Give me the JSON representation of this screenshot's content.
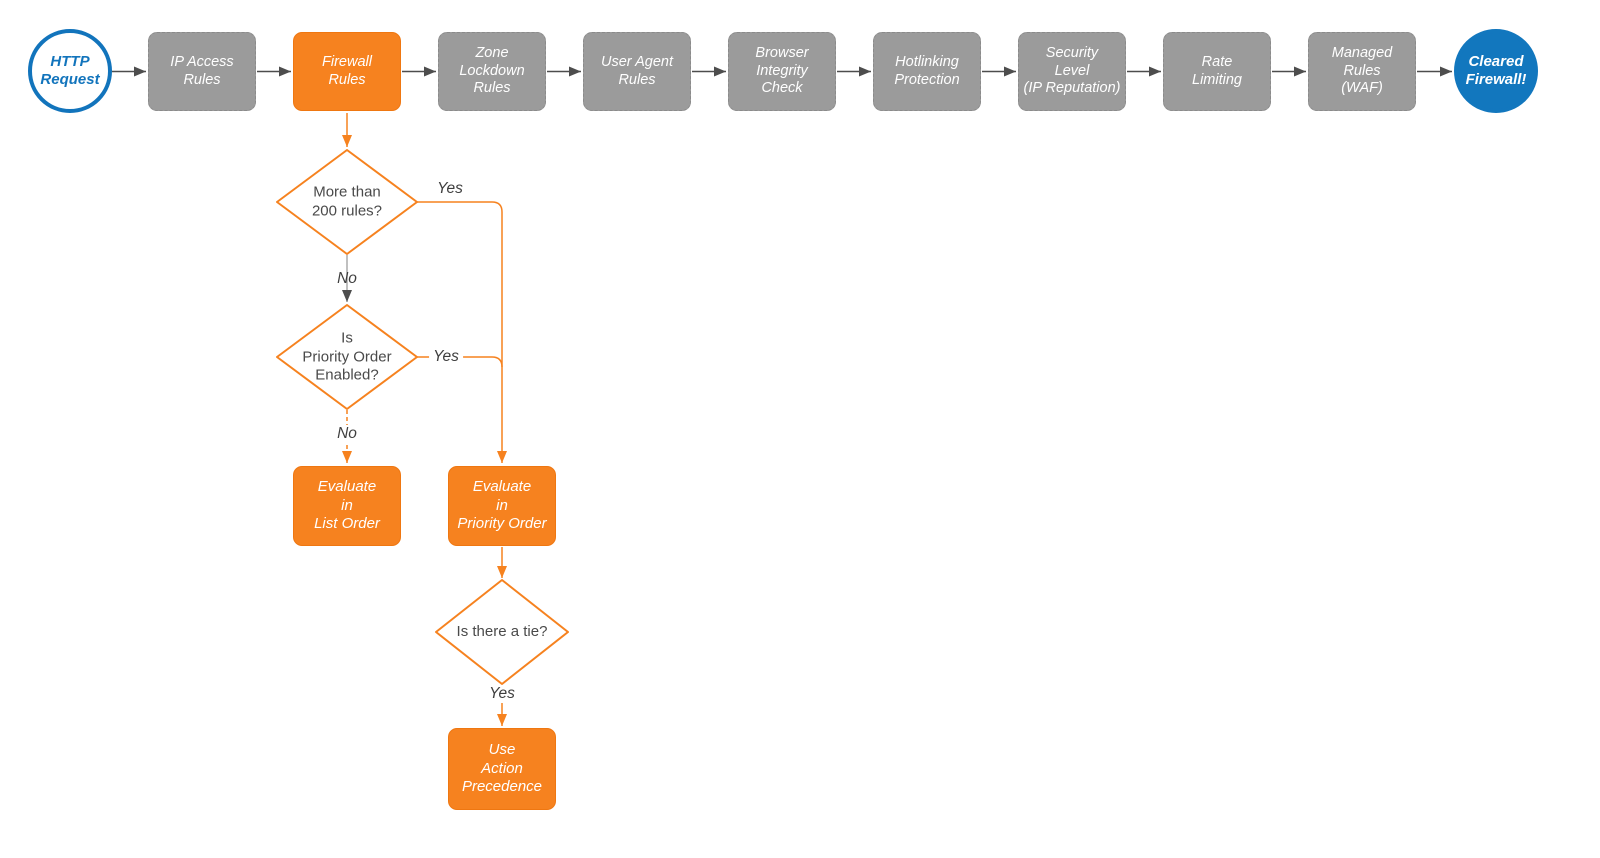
{
  "colors": {
    "orange": "#F6821F",
    "gray_box": "#9B9B9B",
    "blue": "#1274BC",
    "arrow_gray": "#4D4D4D",
    "diamond_text": "#4A4A4A"
  },
  "start": {
    "label": "HTTP\nRequest"
  },
  "end": {
    "label": "Cleared\nFirewall!"
  },
  "pipeline": [
    {
      "label": "IP Access\nRules"
    },
    {
      "label": "Firewall\nRules"
    },
    {
      "label": "Zone\nLockdown\nRules"
    },
    {
      "label": "User Agent\nRules"
    },
    {
      "label": "Browser\nIntegrity\nCheck"
    },
    {
      "label": "Hotlinking\nProtection"
    },
    {
      "label": "Security\nLevel\n(IP Reputation)"
    },
    {
      "label": "Rate\nLimiting"
    },
    {
      "label": "Managed\nRules\n(WAF)"
    }
  ],
  "decision1": {
    "text": "More than\n200 rules?",
    "yes_label": "Yes",
    "no_label": "No"
  },
  "decision2": {
    "text": "Is\nPriority Order\nEnabled?",
    "yes_label": "Yes",
    "no_label": "No"
  },
  "decision3": {
    "text": "Is there a tie?",
    "yes_label": "Yes"
  },
  "outcomes": {
    "list_order": {
      "label": "Evaluate\nin\nList Order"
    },
    "priority_order": {
      "label": "Evaluate\nin\nPriority Order"
    },
    "action_precedence": {
      "label": "Use\nAction\nPrecedence"
    }
  }
}
